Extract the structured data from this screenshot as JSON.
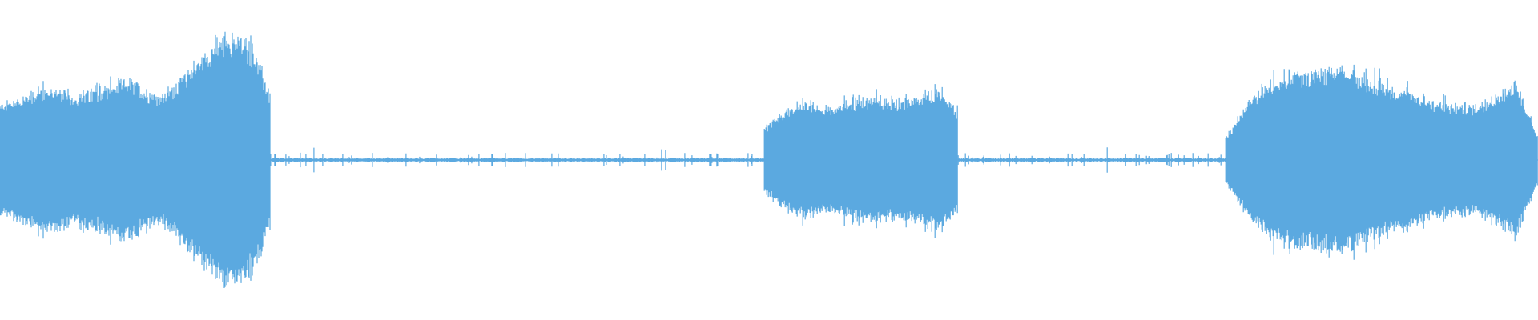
{
  "waveform": {
    "color": "#5ba9e0",
    "background": "#ffffff",
    "segments": [
      {
        "kind": "loud",
        "start": 0.0,
        "end": 0.176,
        "profile": [
          0.34,
          0.38,
          0.43,
          0.44,
          0.4,
          0.42,
          0.45,
          0.5,
          0.44,
          0.4,
          0.5,
          0.62,
          0.74,
          0.78,
          0.7,
          0.4
        ]
      },
      {
        "kind": "quiet",
        "start": 0.176,
        "end": 0.497
      },
      {
        "kind": "loud",
        "start": 0.497,
        "end": 0.623,
        "profile": [
          0.2,
          0.3,
          0.36,
          0.33,
          0.34,
          0.38,
          0.38,
          0.37,
          0.38,
          0.45,
          0.3
        ]
      },
      {
        "kind": "quiet",
        "start": 0.623,
        "end": 0.797
      },
      {
        "kind": "loud",
        "start": 0.797,
        "end": 1.0,
        "profile": [
          0.14,
          0.34,
          0.48,
          0.54,
          0.55,
          0.56,
          0.55,
          0.5,
          0.45,
          0.42,
          0.36,
          0.34,
          0.34,
          0.4,
          0.47,
          0.15
        ]
      }
    ]
  }
}
